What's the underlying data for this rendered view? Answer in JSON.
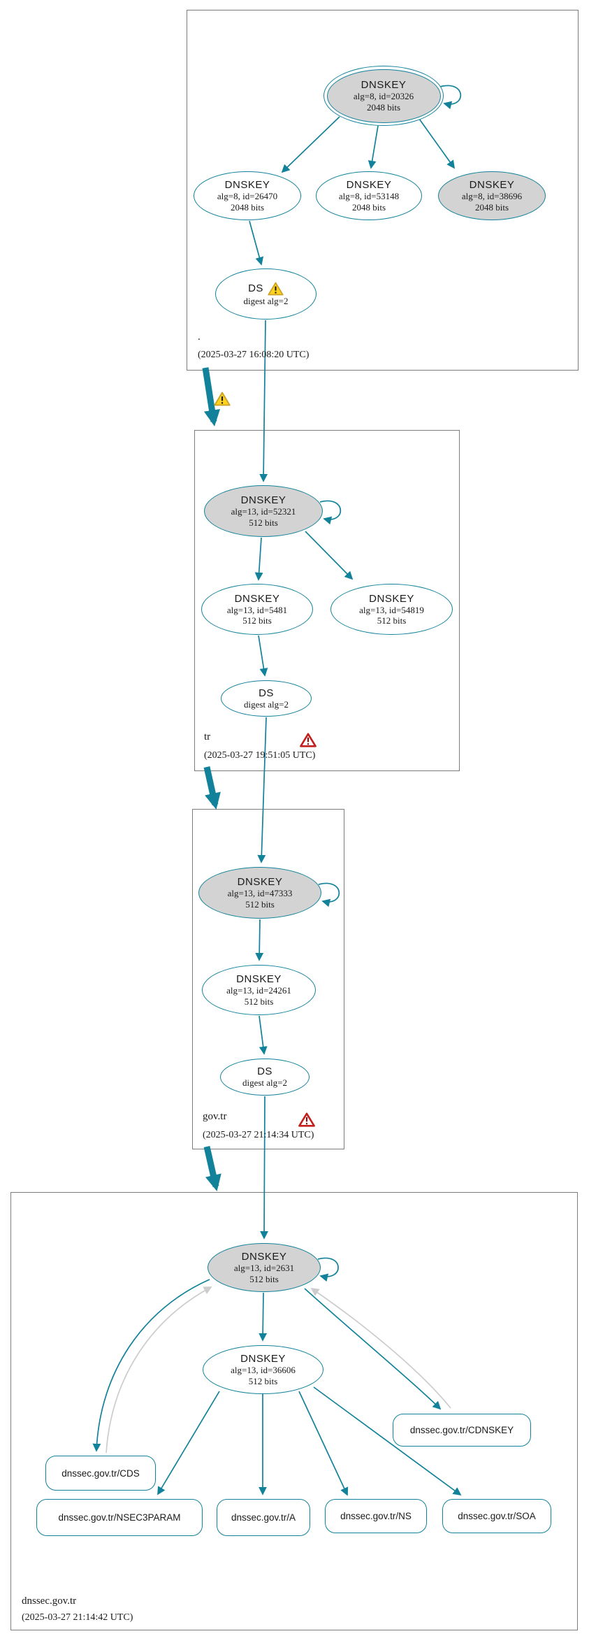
{
  "colors": {
    "edge_teal": "#12829a",
    "edge_gray": "#cccccc",
    "node_fill_gray": "#d3d3d3",
    "zone_box_border": "#7d7d7d",
    "warning_yellow": "#ffd21e",
    "error_red": "#c41f1f"
  },
  "icons": {
    "ds_root_status": "warning-triangle",
    "delegation_root_tr_status": "warning-triangle",
    "zone_tr_status": "error-triangle",
    "zone_govtr_status": "error-triangle"
  },
  "zones": [
    {
      "label": ".",
      "timestamp": "(2025-03-27 16:08:20 UTC)",
      "ksk": {
        "title": "DNSKEY",
        "alg": "alg=8, id=20326",
        "bits": "2048 bits"
      },
      "keys": [
        {
          "title": "DNSKEY",
          "alg": "alg=8, id=26470",
          "bits": "2048 bits"
        },
        {
          "title": "DNSKEY",
          "alg": "alg=8, id=53148",
          "bits": "2048 bits"
        },
        {
          "title": "DNSKEY",
          "alg": "alg=8, id=38696",
          "bits": "2048 bits"
        }
      ],
      "ds": {
        "title": "DS",
        "digest": "digest alg=2"
      }
    },
    {
      "label": "tr",
      "timestamp": "(2025-03-27 19:51:05 UTC)",
      "ksk": {
        "title": "DNSKEY",
        "alg": "alg=13, id=52321",
        "bits": "512 bits"
      },
      "keys": [
        {
          "title": "DNSKEY",
          "alg": "alg=13, id=5481",
          "bits": "512 bits"
        },
        {
          "title": "DNSKEY",
          "alg": "alg=13, id=54819",
          "bits": "512 bits"
        }
      ],
      "ds": {
        "title": "DS",
        "digest": "digest alg=2"
      }
    },
    {
      "label": "gov.tr",
      "timestamp": "(2025-03-27 21:14:34 UTC)",
      "ksk": {
        "title": "DNSKEY",
        "alg": "alg=13, id=47333",
        "bits": "512 bits"
      },
      "keys": [
        {
          "title": "DNSKEY",
          "alg": "alg=13, id=24261",
          "bits": "512 bits"
        }
      ],
      "ds": {
        "title": "DS",
        "digest": "digest alg=2"
      }
    },
    {
      "label": "dnssec.gov.tr",
      "timestamp": "(2025-03-27 21:14:42 UTC)",
      "ksk": {
        "title": "DNSKEY",
        "alg": "alg=13, id=2631",
        "bits": "512 bits"
      },
      "keys": [
        {
          "title": "DNSKEY",
          "alg": "alg=13, id=36606",
          "bits": "512 bits"
        }
      ],
      "records": [
        {
          "label": "dnssec.gov.tr/CDNSKEY"
        },
        {
          "label": "dnssec.gov.tr/CDS"
        },
        {
          "label": "dnssec.gov.tr/NSEC3PARAM"
        },
        {
          "label": "dnssec.gov.tr/A"
        },
        {
          "label": "dnssec.gov.tr/NS"
        },
        {
          "label": "dnssec.gov.tr/SOA"
        }
      ]
    }
  ]
}
